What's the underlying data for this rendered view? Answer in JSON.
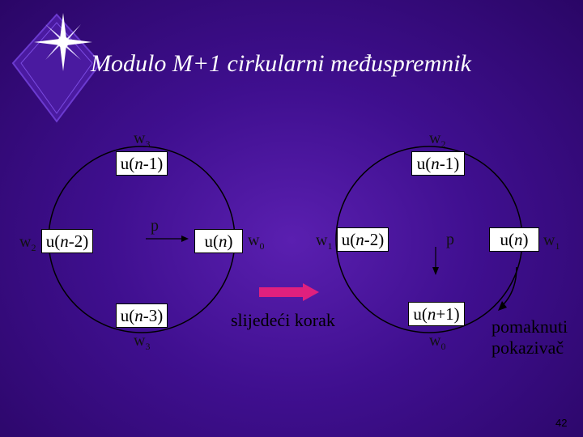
{
  "title": "Modulo M+1 cirkularni međuspremnik",
  "left_ring": {
    "box_top": "(n-1)",
    "box_left": "(n-2)",
    "box_right": "(n)",
    "box_bottom": "(n-3)",
    "label_top": "w",
    "label_top_sub": "3",
    "label_left": "w",
    "label_left_sub": "2",
    "label_right": "w",
    "label_right_sub": "0",
    "label_bottom": "w",
    "label_bottom_sub": "3",
    "pointer": "p"
  },
  "right_ring": {
    "box_top": "(n-1)",
    "box_left": "(n-2)",
    "box_right": "(n)",
    "box_bottom": "(n+1)",
    "label_top": "w",
    "label_top_sub": "2",
    "label_left": "w",
    "label_left_sub": "1",
    "label_right": "w",
    "label_right_sub": "1",
    "label_bottom": "w",
    "label_bottom_sub": "0",
    "pointer": "p"
  },
  "step_caption": "slijedeći korak",
  "pointer_caption_line1": "pomaknuti",
  "pointer_caption_line2": "pokazivač",
  "page_number": "42",
  "colors": {
    "background": "#3f0f8f",
    "step_arrow": "#e0207e",
    "box": "#ffffff"
  }
}
